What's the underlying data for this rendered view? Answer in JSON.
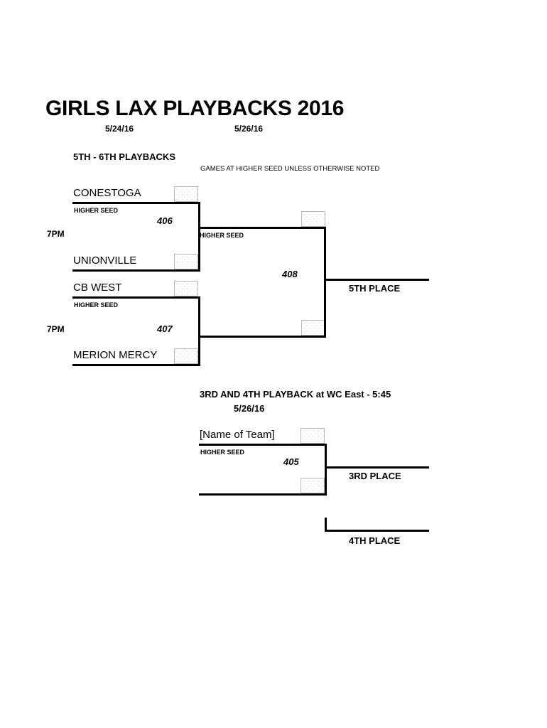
{
  "document": {
    "title": "GIRLS LAX PLAYBACKS 2016",
    "date_left": "5/24/16",
    "date_right": "5/26/16"
  },
  "upper_section": {
    "heading": "5TH - 6TH PLAYBACKS",
    "note": "GAMES AT HIGHER SEED UNLESS OTHERWISE NOTED",
    "higher_seed_label": "HIGHER SEED",
    "games": [
      {
        "number": "406",
        "time": "7PM",
        "teams": [
          "CONESTOGA",
          "UNIONVILLE"
        ],
        "scores": [
          "",
          ""
        ]
      },
      {
        "number": "407",
        "time": "7PM",
        "teams": [
          "CB WEST",
          "MERION MERCY"
        ],
        "scores": [
          "",
          ""
        ]
      },
      {
        "number": "408",
        "time": "",
        "teams": [
          "",
          ""
        ],
        "scores": [
          "",
          ""
        ]
      }
    ],
    "result_label": "5TH PLACE"
  },
  "lower_section": {
    "heading": "3RD AND 4TH PLAYBACK at WC East - 5:45",
    "date": "5/26/16",
    "higher_seed_label": "HIGHER SEED",
    "game": {
      "number": "405",
      "teams": [
        "[Name of Team]",
        ""
      ],
      "scores": [
        "",
        ""
      ]
    },
    "result_labels": {
      "third": "3RD PLACE",
      "fourth": "4TH PLACE"
    }
  }
}
